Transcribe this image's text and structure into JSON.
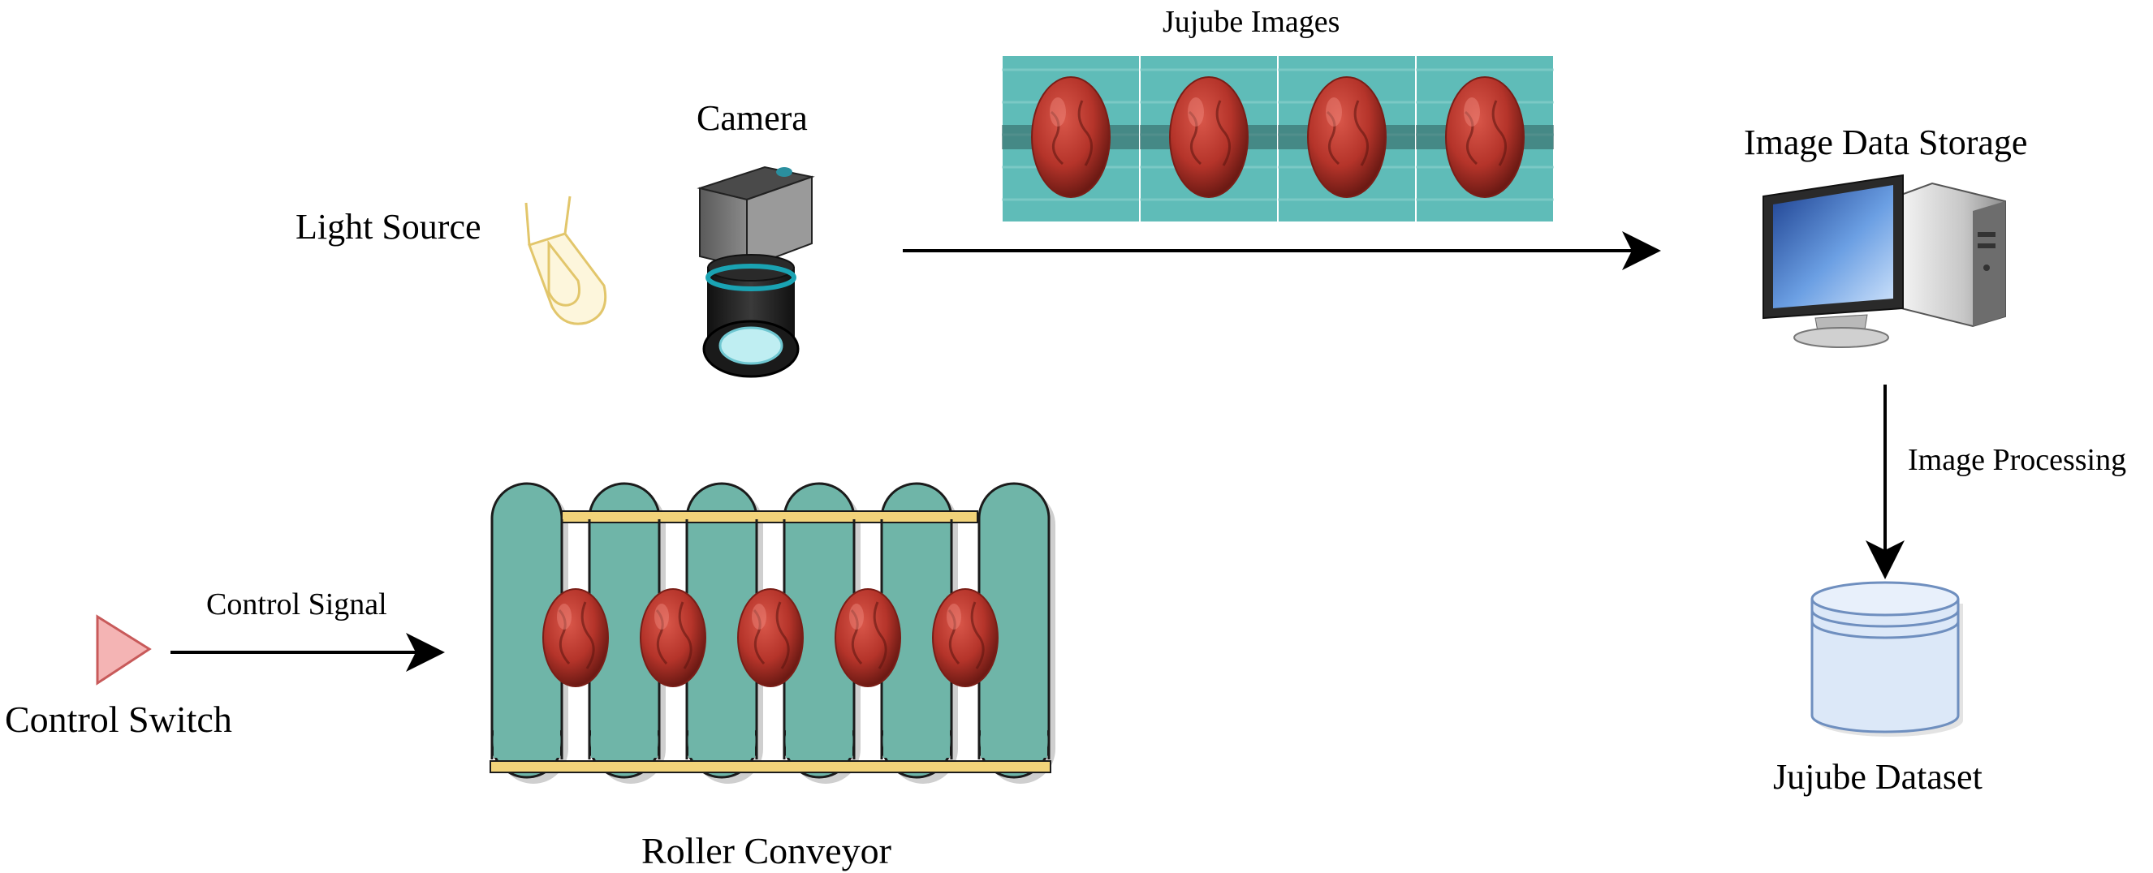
{
  "labels": {
    "camera": "Camera",
    "light_source": "Light Source",
    "jujube_images": "Jujube Images",
    "image_data_storage": "Image Data Storage",
    "image_processing": "Image Processing",
    "jujube_dataset": "Jujube Dataset",
    "control_signal": "Control Signal",
    "control_switch": "Control Switch",
    "roller_conveyor": "Roller Conveyor"
  },
  "colors": {
    "roller": "#6fb5a8",
    "roller_stroke": "#1b1b1b",
    "rail": "#f2d37a",
    "jujube": "#b5342a",
    "jujube_dark": "#7a1e17",
    "switch_fill": "#f4b4b4",
    "switch_stroke": "#c85a5a",
    "bulb_stroke": "#e2c66b",
    "bulb_fill": "#fdf6dc",
    "dataset_fill": "#dce8f8",
    "dataset_stroke": "#6f8fbf",
    "photo_bg": "#5fbcb8",
    "arrow": "#000000"
  },
  "icons": {
    "light_source": "light-bulb-icon",
    "camera": "industrial-camera-icon",
    "storage": "desktop-computer-icon",
    "dataset": "database-cylinder-icon",
    "switch": "triangle-switch-icon"
  },
  "jujube_photo_count": 4,
  "conveyor_jujube_count": 5,
  "roller_count": 6
}
